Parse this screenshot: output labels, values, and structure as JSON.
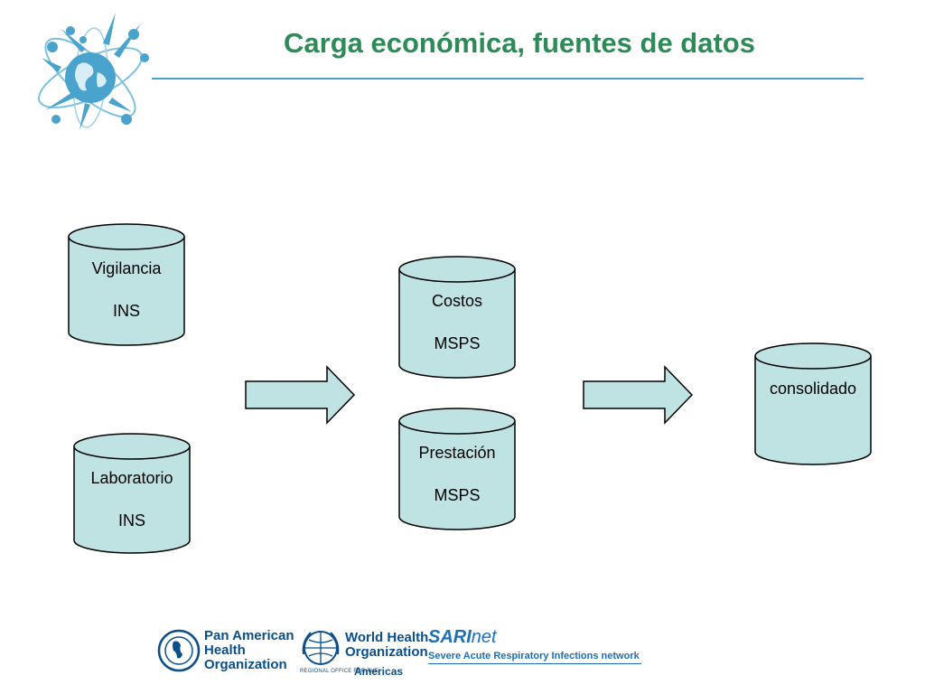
{
  "slide": {
    "title": "Carga económica, fuentes de datos"
  },
  "nodes": [
    {
      "id": "vigilancia",
      "line1": "Vigilancia",
      "line2": "INS"
    },
    {
      "id": "laboratorio",
      "line1": "Laboratorio",
      "line2": "INS"
    },
    {
      "id": "costos",
      "line1": "Costos",
      "line2": "MSPS"
    },
    {
      "id": "prestacion",
      "line1": "Prestación",
      "line2": "MSPS"
    },
    {
      "id": "consolidado",
      "line1": "consolidado"
    }
  ],
  "footer": {
    "paho": {
      "line1": "Pan American",
      "line2": "Health",
      "line3": "Organization"
    },
    "who": {
      "line1": "World Health",
      "line2": "Organization",
      "small": "REGIONAL OFFICE FOR THE",
      "region": "Americas"
    },
    "sarinet": {
      "brand_strong": "SARI",
      "brand_light": "net",
      "tagline": "Severe Acute Respiratory Infections network"
    }
  },
  "colors": {
    "title": "#2e8b57",
    "cylinder_fill": "#bfe2e3",
    "accent_blue": "#4aa3cc",
    "paho_blue": "#0b4f8a",
    "who_blue": "#0b4f8a",
    "sari_blue": "#1d6fb8"
  }
}
